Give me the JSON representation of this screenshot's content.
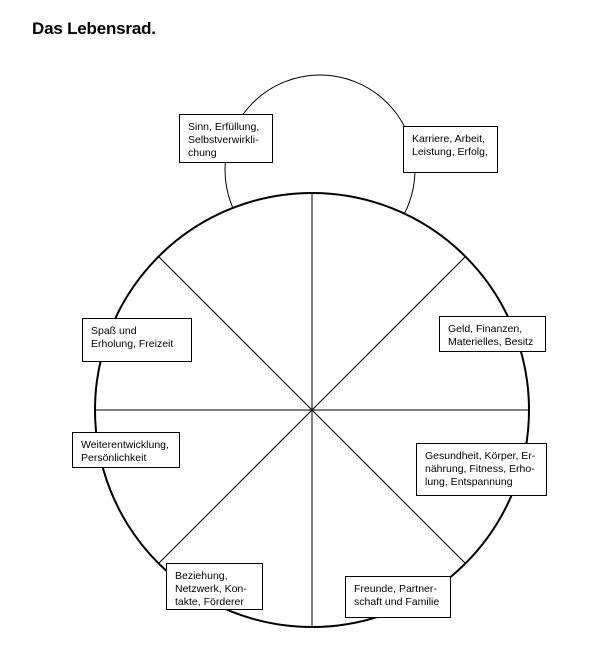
{
  "title": "Das Lebensrad.",
  "wheel": {
    "segments": [
      {
        "label": "Sinn, Erfüllung,\nSelbstverwirkli-\nchung"
      },
      {
        "label": "Karriere, Arbeit,\nLeistung, Erfolg,"
      },
      {
        "label": "Geld, Finanzen,\nMaterielles, Besitz"
      },
      {
        "label": "Gesundheit, Körper, Er-\nnährung, Fitness, Erho-\nlung, Entspannung"
      },
      {
        "label": "Freunde, Partner-\nschaft und Familie"
      },
      {
        "label": "Beziehung,\nNetzwerk, Kon-\ntakte, Förderer"
      },
      {
        "label": "Weiterentwicklung,\nPersönlichkeit"
      },
      {
        "label": "Spaß und\nErholung, Freizeit"
      }
    ]
  }
}
